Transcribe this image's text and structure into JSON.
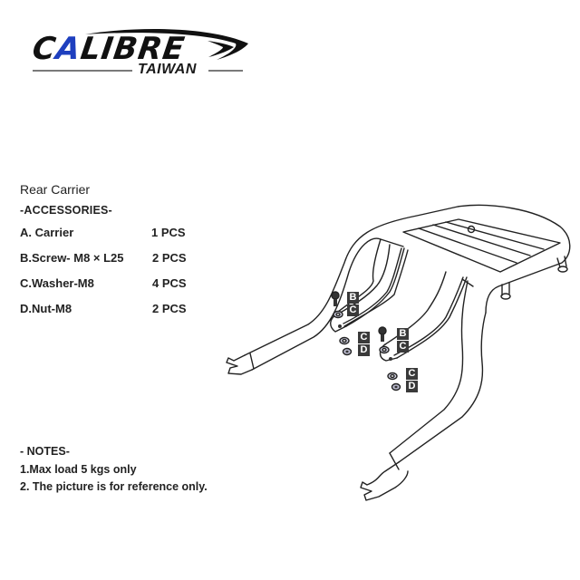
{
  "brand": {
    "logo_text_prefix": "C",
    "logo_text_accent": "A",
    "logo_text_suffix": "LIBRE",
    "sub_label": "TAIWAN",
    "accent_color": "#1e3fbf"
  },
  "product": {
    "title": "Rear Carrier"
  },
  "accessories": {
    "heading": "-ACCESSORIES-",
    "items": [
      {
        "name": "A. Carrier",
        "qty": "1 PCS"
      },
      {
        "name": "B.Screw- M8 × L25",
        "qty": "2 PCS"
      },
      {
        "name": "C.Washer-M8",
        "qty": "4 PCS"
      },
      {
        "name": "D.Nut-M8",
        "qty": "2 PCS"
      }
    ]
  },
  "notes": {
    "heading": "- NOTES-",
    "items": [
      "1.Max load 5 kgs only",
      "2. The picture is for reference only."
    ]
  },
  "diagram": {
    "part_labels": [
      {
        "label": "B",
        "group": "left-top"
      },
      {
        "label": "C",
        "group": "left-top"
      },
      {
        "label": "C",
        "group": "left-bottom"
      },
      {
        "label": "D",
        "group": "left-bottom"
      },
      {
        "label": "B",
        "group": "right-top"
      },
      {
        "label": "C",
        "group": "right-top"
      },
      {
        "label": "C",
        "group": "right-bottom"
      },
      {
        "label": "D",
        "group": "right-bottom"
      }
    ]
  }
}
